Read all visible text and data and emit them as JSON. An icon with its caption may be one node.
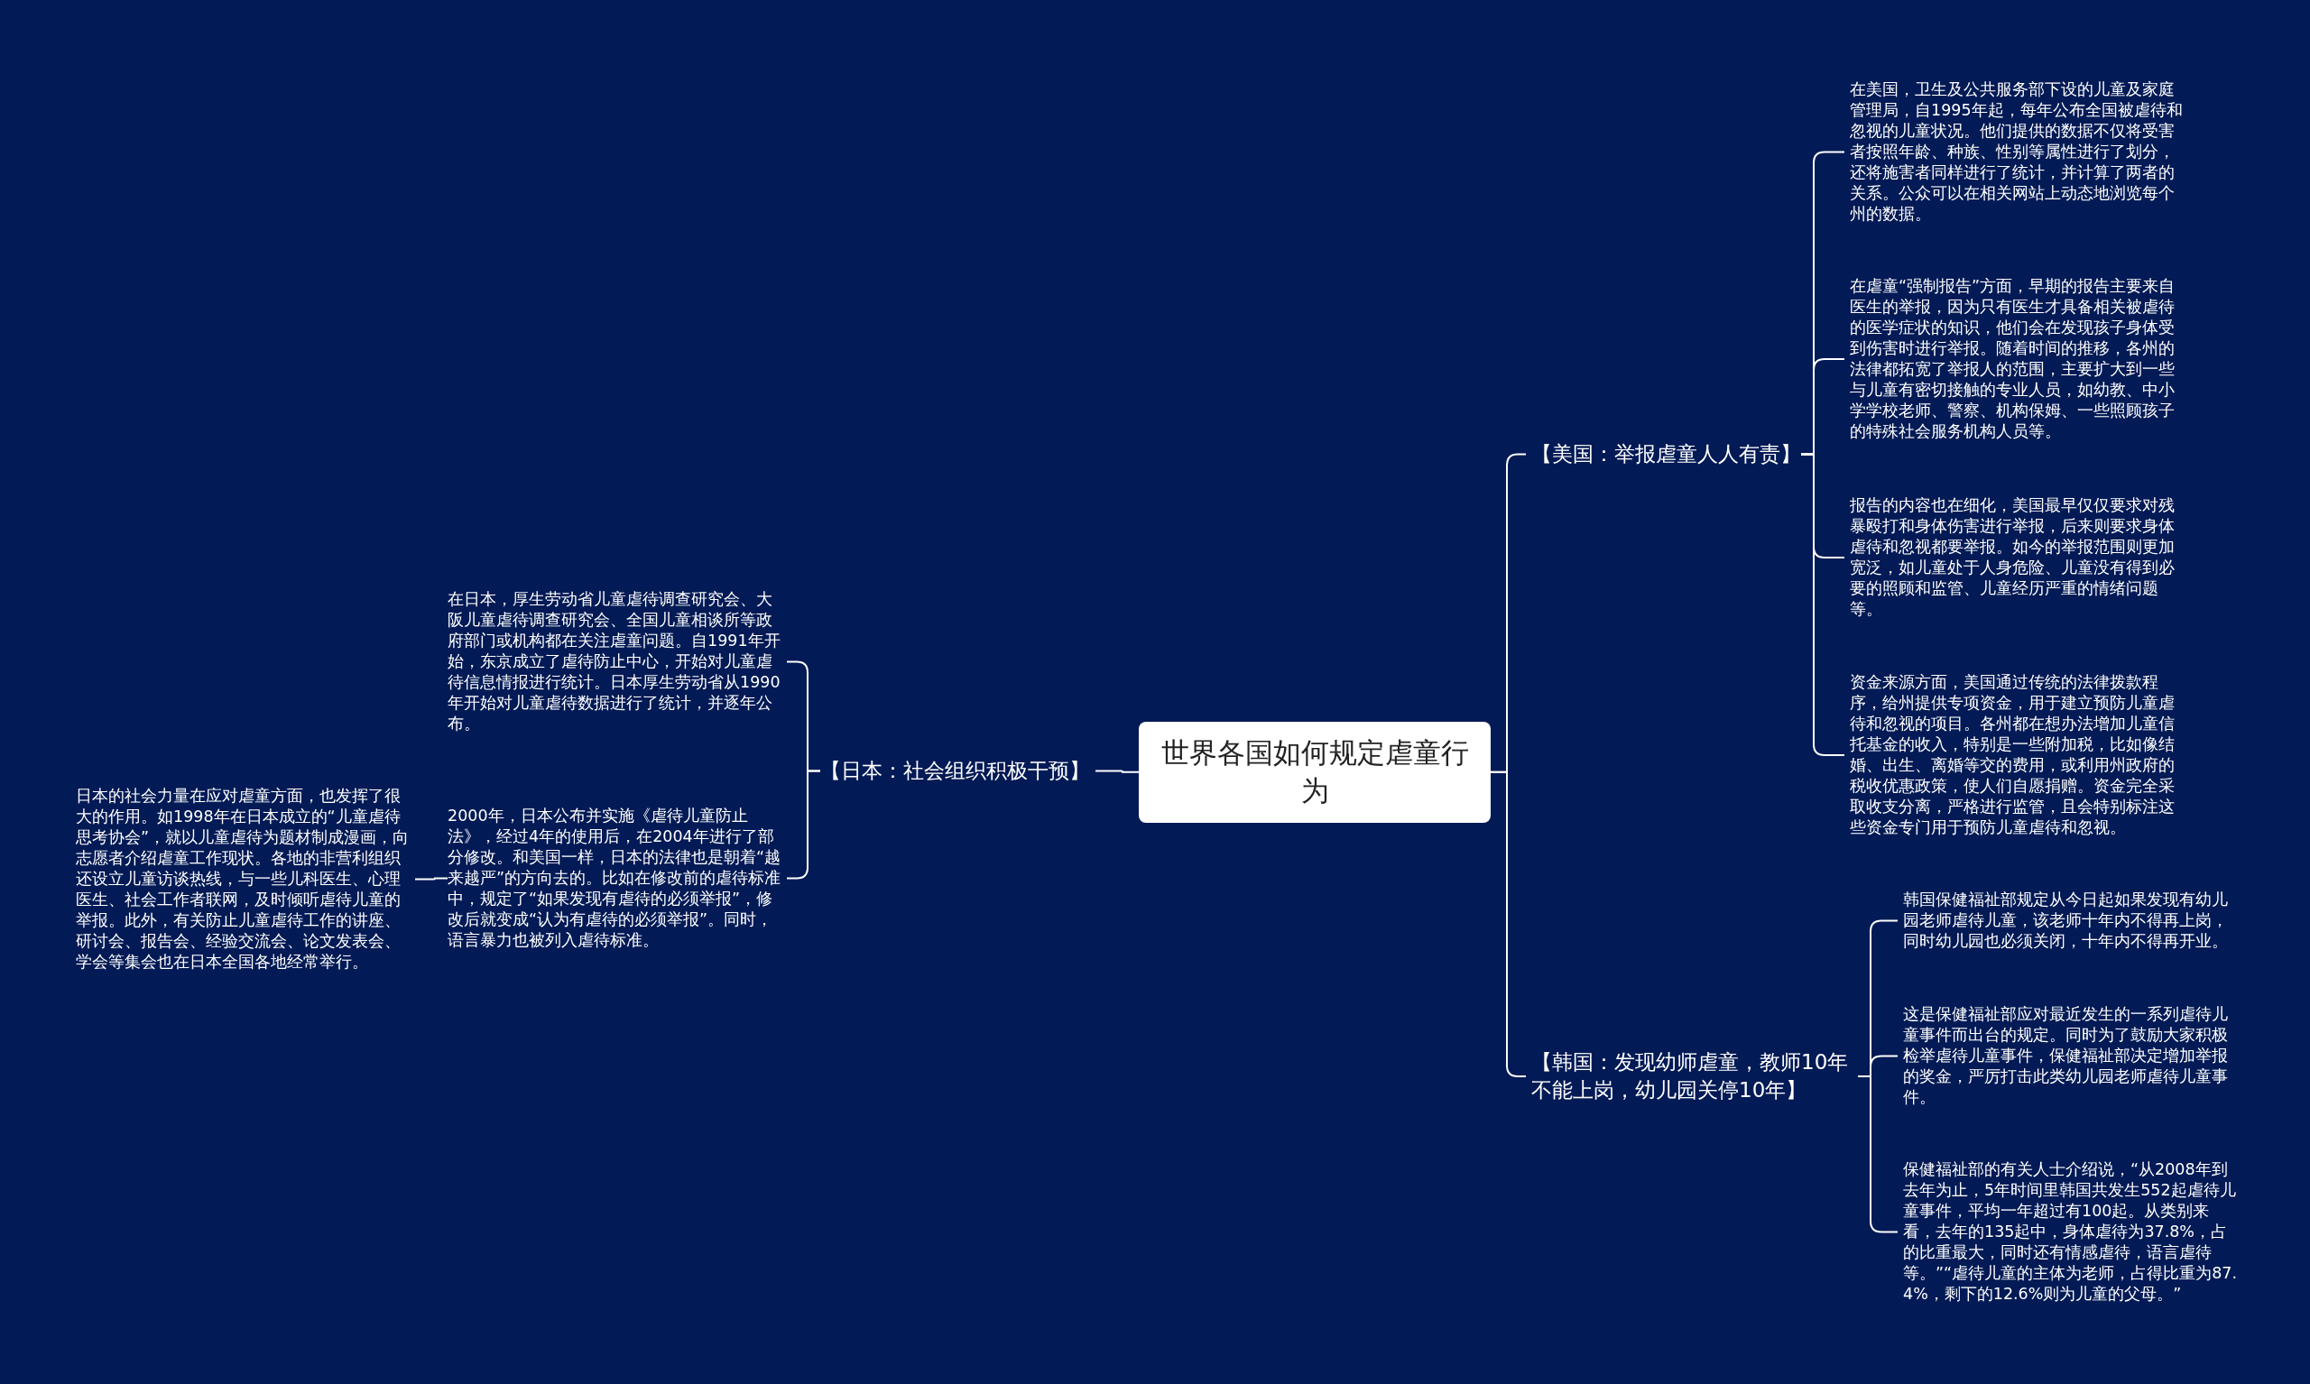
{
  "diagram": {
    "nodes": [
      {
        "text": [
          "世界各国如何规定虐童行为"
        ]
      },
      {
        "text": [
          "【美国：举报虐童人人有责】"
        ]
      },
      {
        "text": [
          "在美国，卫生及公共服务部下设的儿童及家庭管理局，自1995年起，每年公布全国被虐待和忽视的儿童状况。他们提供的数据不仅将受害者按照年龄、种族、性别等属性进行了划分，还将施害者同样进行了统计，并计算了两者的关系。公众可以在相关网站上动态地浏览每个州的数据。"
        ]
      },
      {
        "text": [
          "在虐童“强制报告”方面，早期的报告主要来自医生的举报，因为只有医生才具备相关被虐待的医学症状的知识，他们会在发现孩子身体受到伤害时进行举报。随着时间的推移，各州的法律都拓宽了举报人的范围，主要扩大到一些与儿童有密切接触的专业人员，如幼教、中小学学校老师、警察、机构保姆、一些照顾孩子的特殊社会服务机构人员等。"
        ]
      },
      {
        "text": [
          "报告的内容也在细化，美国最早仅仅要求对残暴殴打和身体伤害进行举报，后来则要求身体虐待和忽视都要举报。如今的举报范围则更加宽泛，如儿童处于人身危险、儿童没有得到必要的照顾和监管、儿童经历严重的情绪问题等。"
        ]
      },
      {
        "text": [
          "资金来源方面，美国通过传统的法律拨款程序，给州提供专项资金，用于建立预防儿童虐待和忽视的项目。各州都在想办法增加儿童信托基金的收入，特别是一些附加税，比如像结婚、出生、离婚等交的费用，或利用州政府的税收优惠政策，使人们自愿捐赠。资金完全采取收支分离，严格进行监管，且会特别标注这些资金专门用于预防儿童虐待和忽视。"
        ]
      },
      {
        "text": [
          "【韩国：发现幼师虐童，教师10年不能上岗，幼儿园关停10年】"
        ]
      },
      {
        "text": [
          "韩国保健福祉部规定从今日起如果发现有幼儿园老师虐待儿童，该老师十年内不得再上岗，同时幼儿园也必须关闭，十年内不得再开业。"
        ]
      },
      {
        "text": [
          "这是保健福祉部应对最近发生的一系列虐待儿童事件而出台的规定。同时为了鼓励大家积极检举虐待儿童事件，保健福祉部决定增加举报的奖金，严厉打击此类幼儿园老师虐待儿童事件。"
        ]
      },
      {
        "text": [
          "保健福祉部的有关人士介绍说，“从2008年到去年为止，5年时间里韩国共发生552起虐待儿童事件，平均一年超过有100起。从类别来看，去年的135起中，身体虐待为37.8%，占的比重最大，同时还有情感虐待，语言虐待等。”“虐待儿童的主体为老师，占得比重为87.4%，剩下的12.6%则为儿童的父母。”"
        ]
      },
      {
        "text": [
          "【日本：社会组织积极干预】"
        ]
      },
      {
        "text": [
          "在日本，厚生劳动省儿童虐待调查研究会、大阪儿童虐待调查研究会、全国儿童相谈所等政府部门或机构都在关注虐童问题。自1991年开始，东京成立了虐待防止中心，开始对儿童虐待信息情报进行统计。日本厚生劳动省从1990年开始对儿童虐待数据进行了统计，并逐年公布。"
        ]
      },
      {
        "text": [
          "2000年，日本公布并实施《虐待儿童防止法》，经过4年的使用后，在2004年进行了部分修改。和美国一样，日本的法律也是朝着“越来越严”的方向去的。比如在修改前的虐待标准中，规定了“如果发现有虐待的必须举报”，修改后就变成“认为有虐待的必须举报”。同时，语言暴力也被列入虐待标准。"
        ]
      },
      {
        "text": [
          "日本的社会力量在应对虐童方面，也发挥了很大的作用。如1998年在日本成立的“儿童虐待思考协会”，就以儿童虐待为题材制成漫画，向志愿者介绍虐童工作现状。各地的非营利组织还设立儿童访谈热线，与一些儿科医生、心理医生、社会工作者联网，及时倾听虐待儿童的举报。此外，有关防止儿童虐待工作的讲座、研讨会、报告会、经验交流会、论文发表会、学会等集会也在日本全国各地经常举行。"
        ]
      }
    ],
    "edges": [
      {
        "from": 0,
        "to": 1,
        "arrow": "none"
      },
      {
        "from": 0,
        "to": 6,
        "arrow": "none"
      },
      {
        "from": 0,
        "to": 10,
        "arrow": "none"
      },
      {
        "from": 1,
        "to": 2,
        "arrow": "none"
      },
      {
        "from": 1,
        "to": 3,
        "arrow": "none"
      },
      {
        "from": 1,
        "to": 4,
        "arrow": "none"
      },
      {
        "from": 1,
        "to": 5,
        "arrow": "none"
      },
      {
        "from": 6,
        "to": 7,
        "arrow": "none"
      },
      {
        "from": 6,
        "to": 8,
        "arrow": "none"
      },
      {
        "from": 6,
        "to": 9,
        "arrow": "none"
      },
      {
        "from": 10,
        "to": 11,
        "arrow": "none"
      },
      {
        "from": 10,
        "to": 12,
        "arrow": "none"
      },
      {
        "from": 12,
        "to": 13,
        "arrow": "none"
      }
    ]
  }
}
